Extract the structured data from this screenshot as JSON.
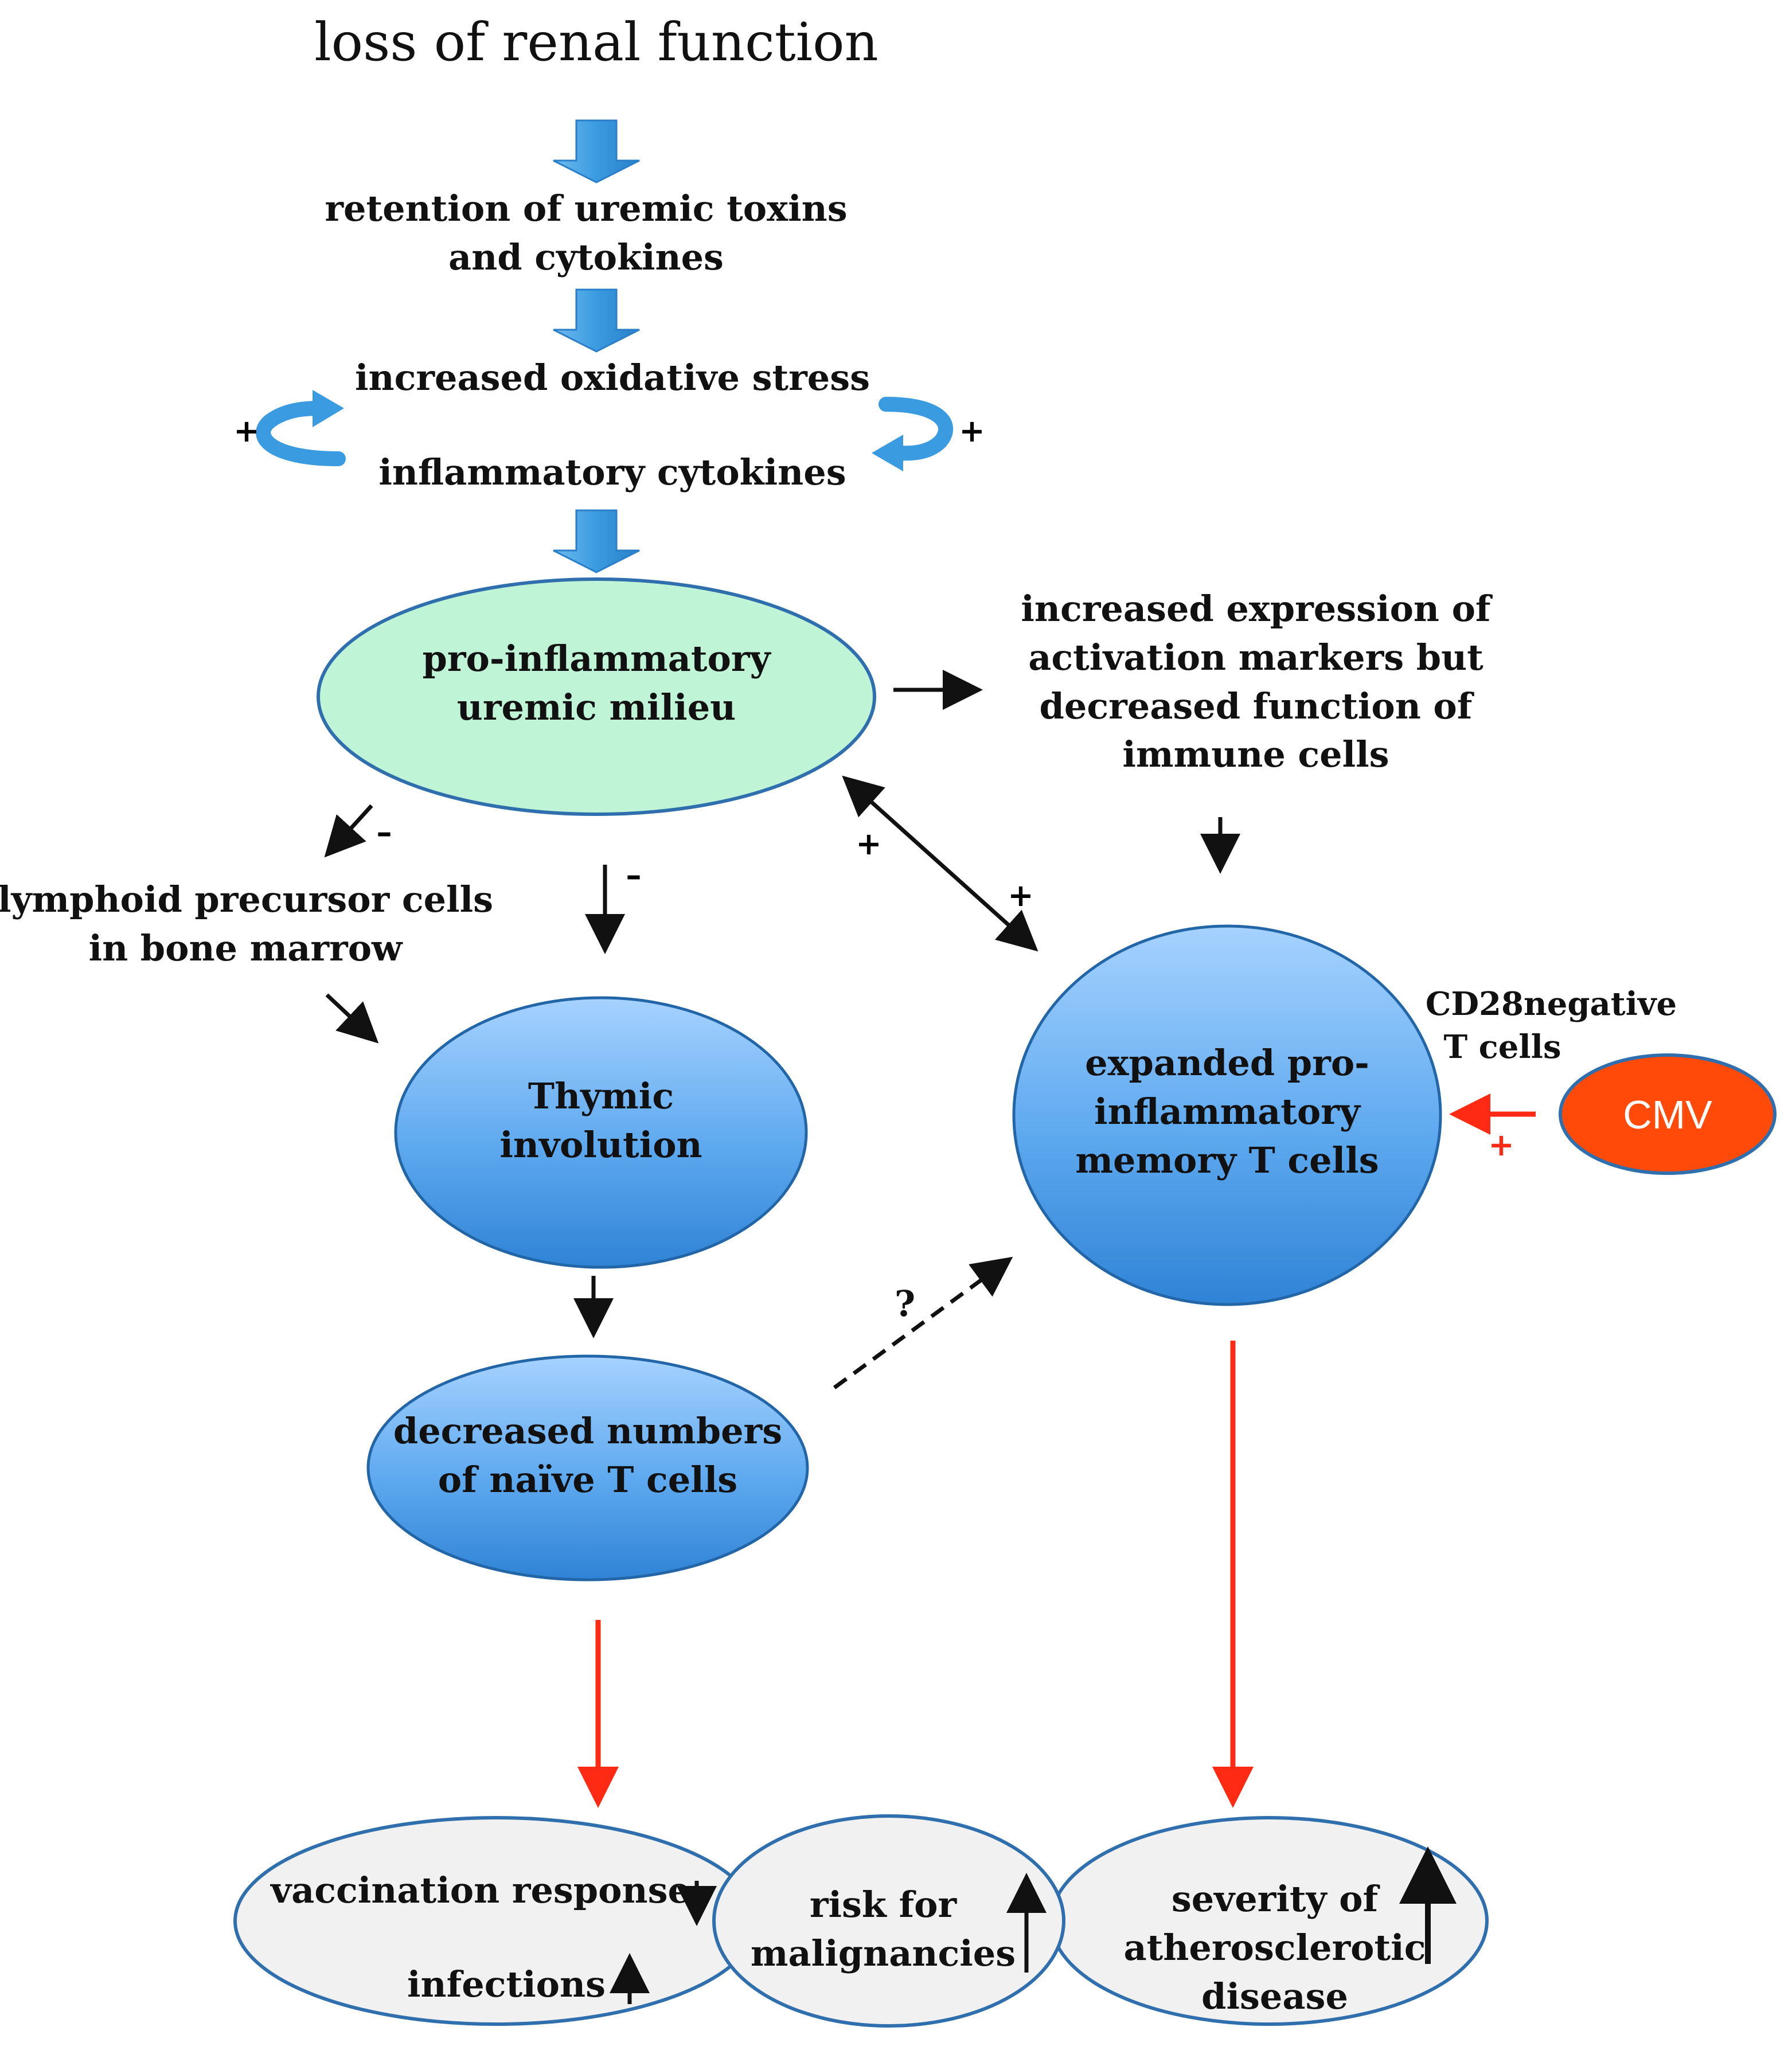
{
  "title": "loss of renal function",
  "steps": {
    "retention": [
      "retention of uremic toxins",
      "and cytokines"
    ],
    "oxidative": "increased oxidative stress",
    "cytokines": "inflammatory cytokines",
    "plus_left": "+",
    "plus_right": "+"
  },
  "nodes": {
    "milieu": [
      "pro-inflammatory",
      "uremic milieu"
    ],
    "activation": [
      "increased expression of",
      "activation markers but",
      "decreased function of",
      "immune cells"
    ],
    "lymphoid": [
      "lymphoid precursor cells",
      "in bone marrow"
    ],
    "thymic": [
      "Thymic",
      "involution"
    ],
    "memory": [
      "expanded pro-",
      "inflammatory",
      "memory T cells"
    ],
    "naive": [
      "decreased numbers",
      "of naïve T cells"
    ],
    "cd28": [
      "CD28negative",
      "T cells"
    ],
    "cmv": "CMV"
  },
  "edge_labels": {
    "minus_lymphoid": "–",
    "minus_thymic": "–",
    "plus_milieu_memory_a": "+",
    "plus_milieu_memory_b": "+",
    "question": "?",
    "plus_cmv": "+"
  },
  "outcomes": {
    "vaccination": "vaccination response",
    "infections": "infections",
    "malignancies": [
      "risk for",
      "malignancies"
    ],
    "atherosclerosis": [
      "severity of",
      "atherosclerotic",
      "disease"
    ]
  },
  "colors": {
    "milieu_fill": "#bff5d6",
    "node_blue_top": "#a6d2ff",
    "node_blue_bottom": "#2f83d6",
    "cmv_fill": "#ff4a0a",
    "red_arrow": "#ff2a14",
    "blue_arrow": "#3a9be0",
    "outcome_fill": "#f1f1f1"
  }
}
